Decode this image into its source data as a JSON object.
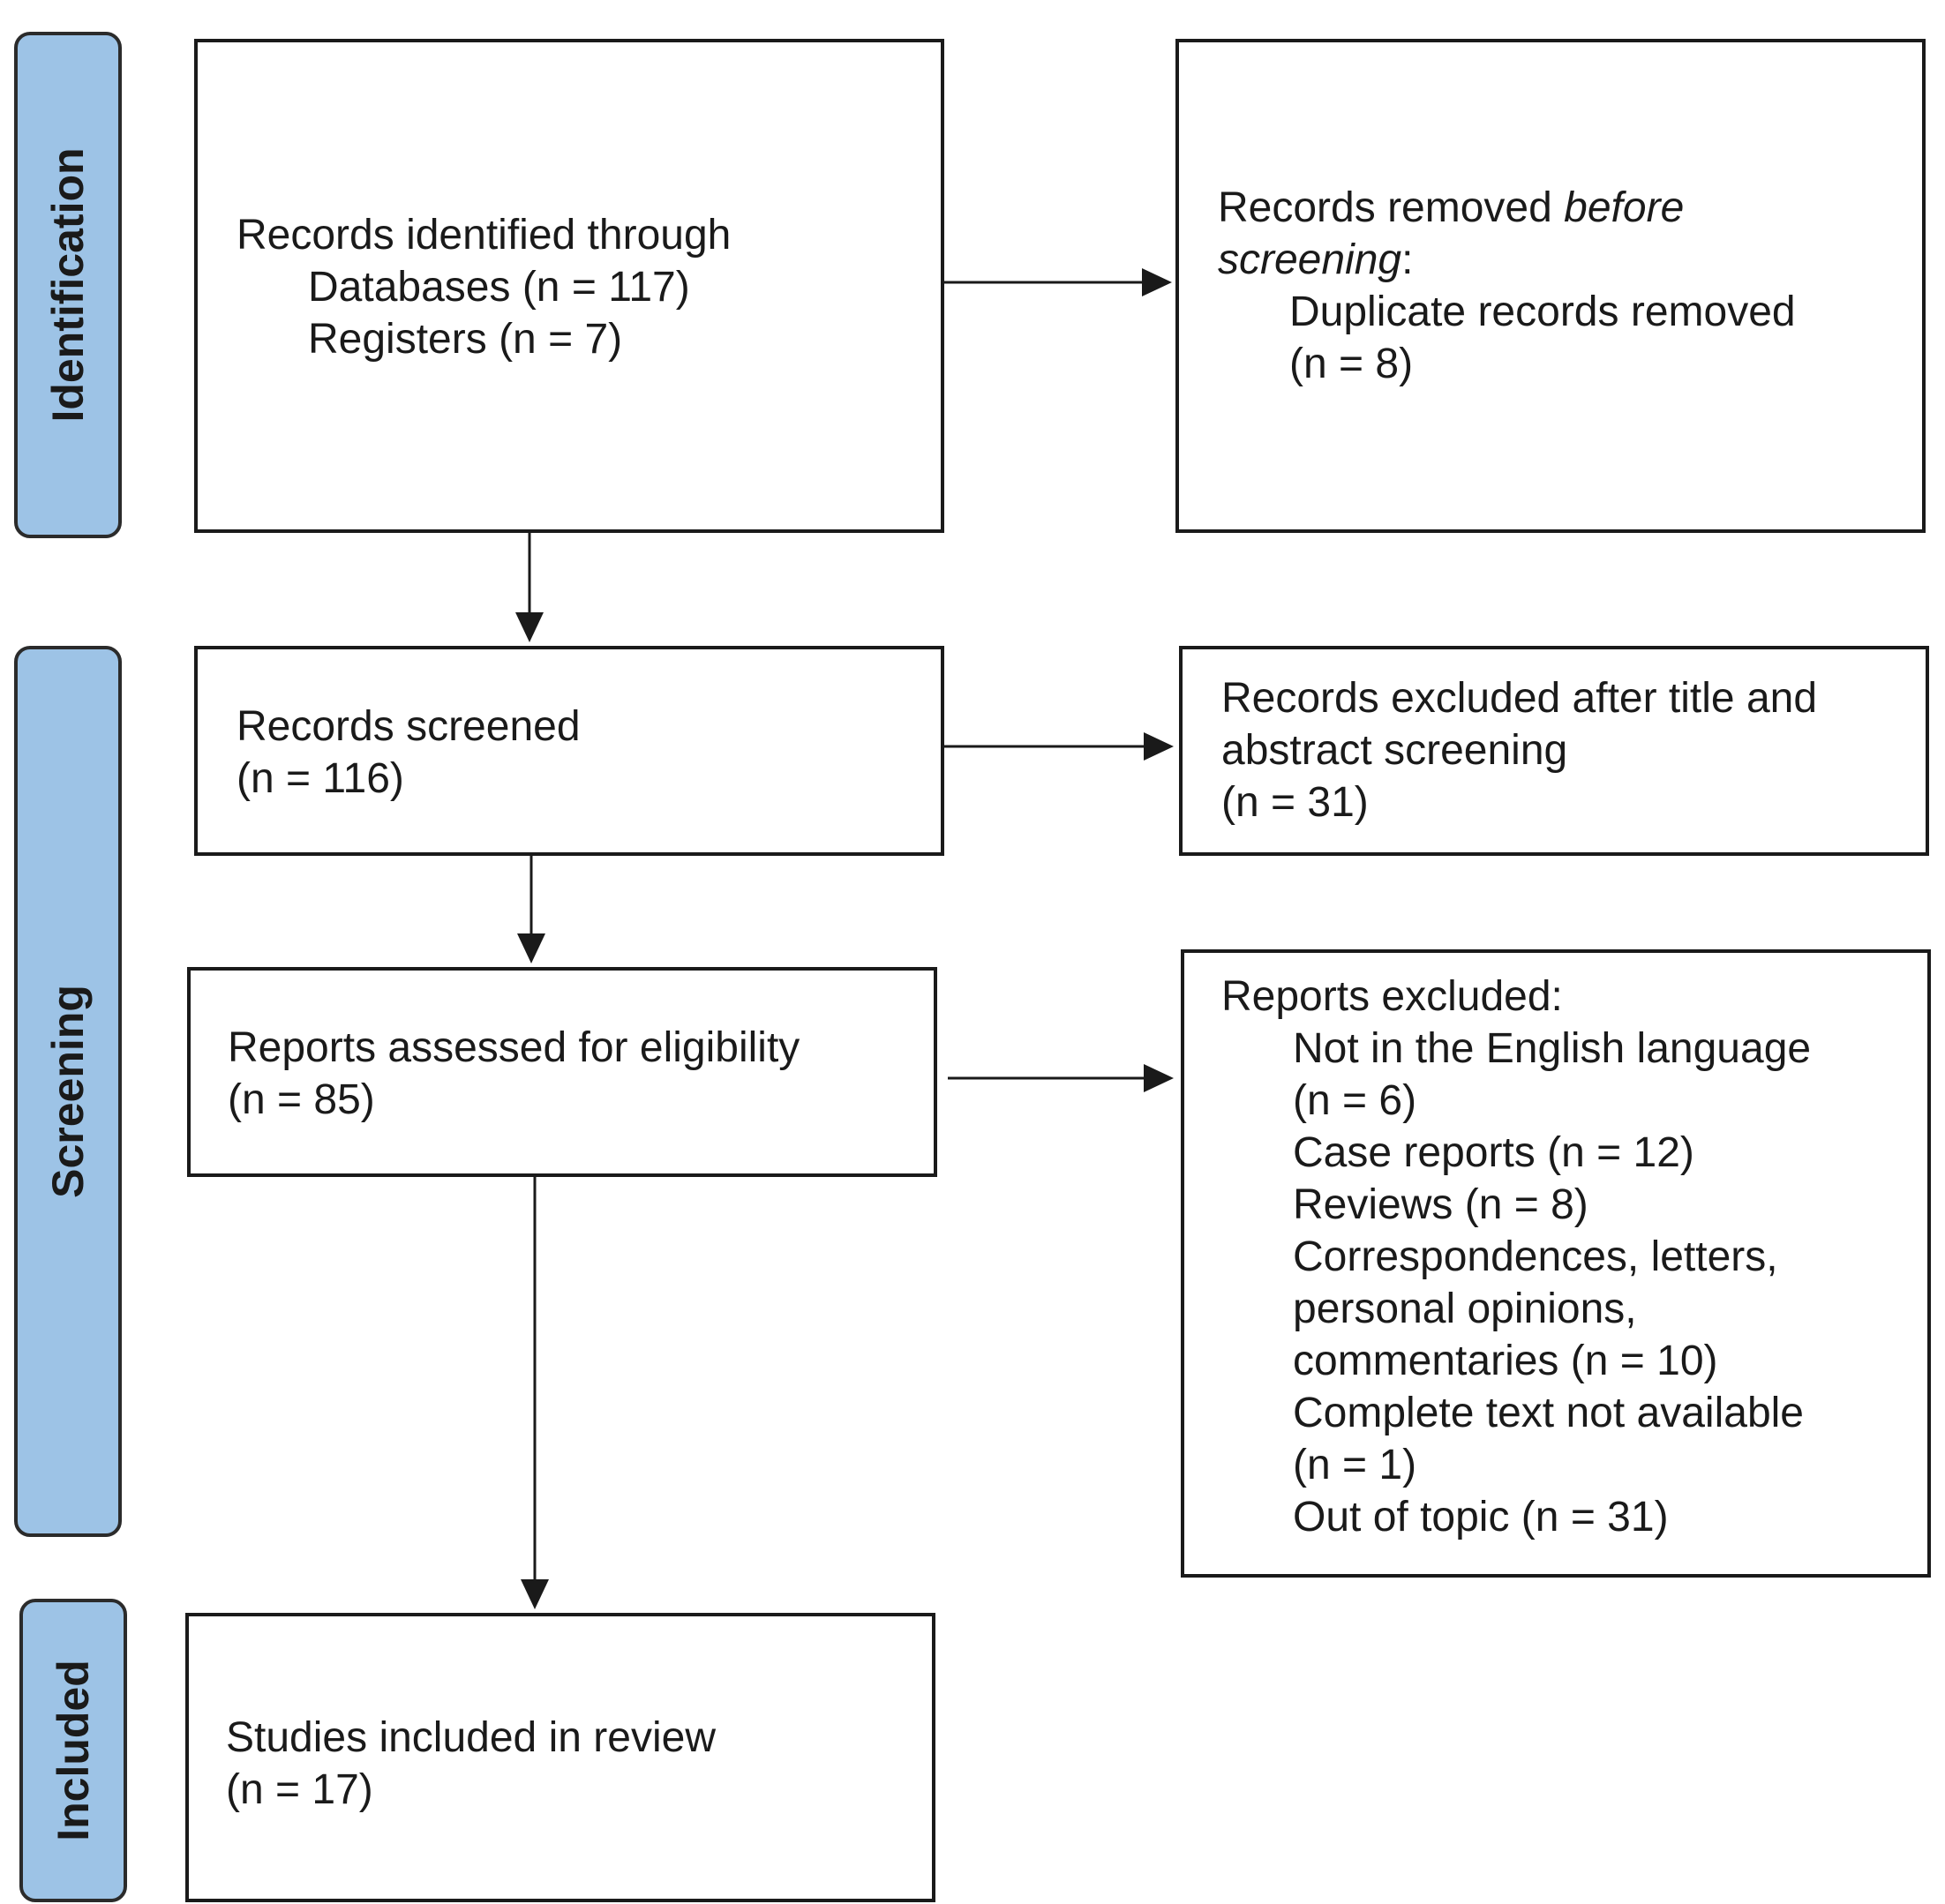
{
  "stages": {
    "identification": "Identification",
    "screening": "Screening",
    "included": "Included"
  },
  "identified": {
    "title": "Records identified through",
    "databases": "Databases (n = 117)",
    "registers": "Registers (n = 7)"
  },
  "removed": {
    "prefix": "Records removed ",
    "emphasis_1": "before",
    "emphasis_2": "screening",
    "colon": ":",
    "line_3": "Duplicate records removed",
    "line_4": "(n = 8)"
  },
  "screened": {
    "title": "Records screened",
    "count": "(n = 116)"
  },
  "excluded_title_abstract": {
    "line_1": "Records excluded after title and",
    "line_2": "abstract screening",
    "count": "(n = 31)"
  },
  "assessed": {
    "title": "Reports assessed for eligibility",
    "count": "(n = 85)"
  },
  "reports_excluded": {
    "title": "Reports excluded:",
    "lines": [
      "Not in the English language",
      "(n = 6)",
      "Case reports (n = 12)",
      "Reviews (n = 8)",
      "Correspondences, letters,",
      "personal opinions,",
      "commentaries (n = 10)",
      "Complete text not available",
      "(n = 1)",
      "Out of topic (n = 31)"
    ]
  },
  "included": {
    "title": "Studies included in review",
    "count": "(n = 17)"
  }
}
